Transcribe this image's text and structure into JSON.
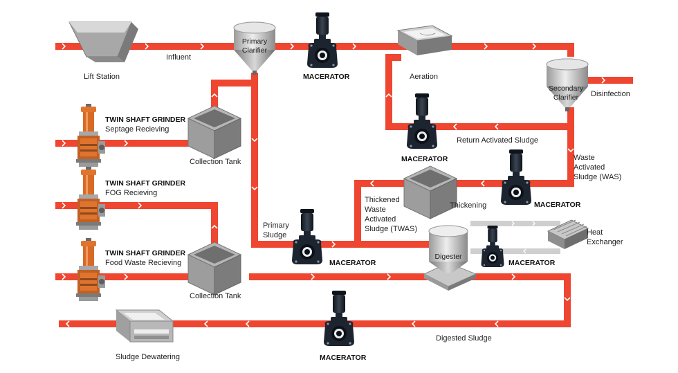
{
  "labels": {
    "lift_station": "Lift Station",
    "influent": "Influent",
    "primary_clarifier_1": "Primary",
    "primary_clarifier_2": "Clarifier",
    "aeration": "Aeration",
    "secondary_clarifier_1": "Secondary",
    "secondary_clarifier_2": "Clarifier",
    "disinfection": "Disinfection",
    "return_activated_sludge": "Return Activated Sludge",
    "was_1": "Waste",
    "was_2": "Activated",
    "was_3": "Sludge (WAS)",
    "thickening": "Thickening",
    "twas_1": "Thickened",
    "twas_2": "Waste",
    "twas_3": "Activated",
    "twas_4": "Sludge (TWAS)",
    "primary_sludge_1": "Primary",
    "primary_sludge_2": "Sludge",
    "digester": "Digester",
    "heat_exchanger_1": "Heat",
    "heat_exchanger_2": "Exchanger",
    "collection_tank_1": "Collection Tank",
    "collection_tank_2": "Collection Tank",
    "digested_sludge": "Digested Sludge",
    "sludge_dewatering": "Sludge Dewatering",
    "grinder_1_title": "TWIN SHAFT GRINDER",
    "grinder_1_sub": "Septage Recieving",
    "grinder_2_title": "TWIN SHAFT GRINDER",
    "grinder_2_sub": "FOG Recieving",
    "grinder_3_title": "TWIN SHAFT GRINDER",
    "grinder_3_sub": "Food Waste Recieving",
    "macerator_1": "MACERATOR",
    "macerator_2": "MACERATOR",
    "macerator_3": "MACERATOR",
    "macerator_4": "MACERATOR",
    "macerator_5": "MACERATOR",
    "macerator_6": "MACERATOR"
  },
  "colors": {
    "pipe": "#ee4631",
    "loop_pipe": "#cfcfcf",
    "grinder": "#e0742f",
    "macerator": "#1c2430"
  }
}
